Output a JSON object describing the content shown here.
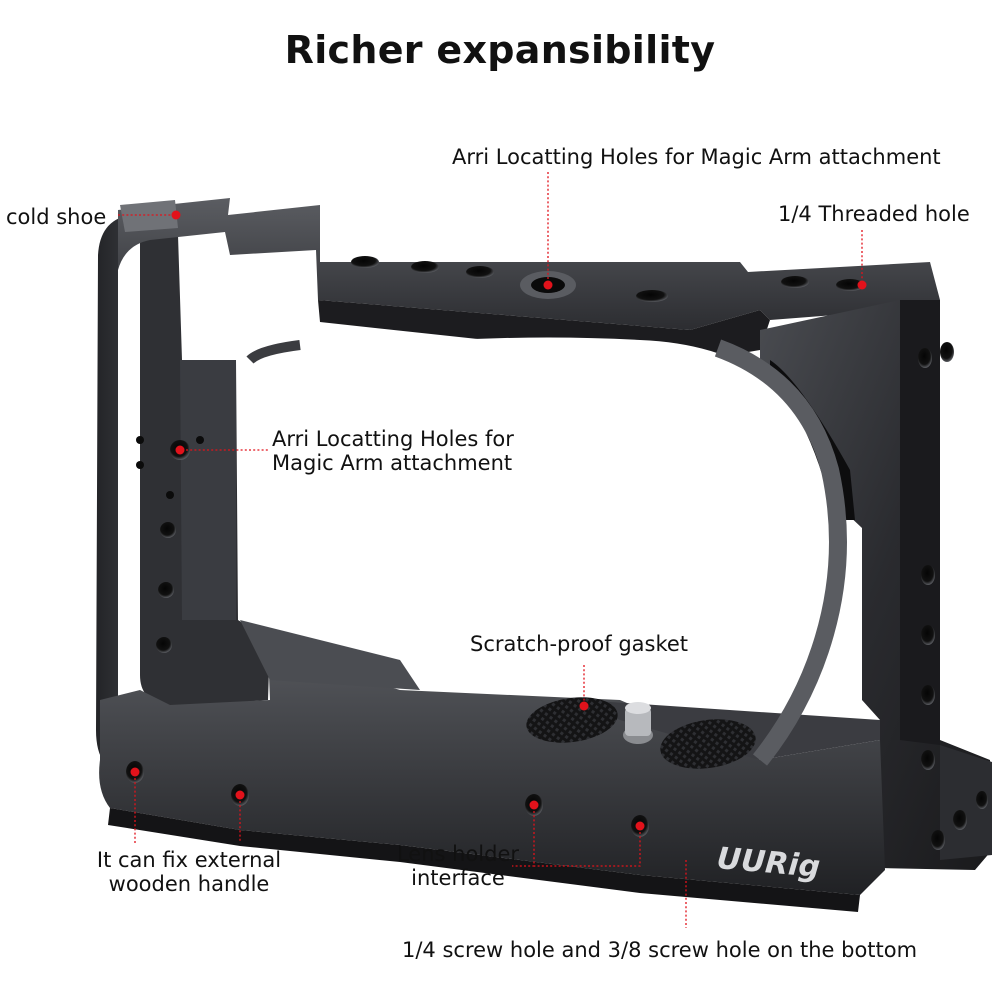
{
  "title": "Richer expansibility",
  "logo_text": "UURig",
  "labels": {
    "cold_shoe": "cold shoe",
    "arri_top": "Arri Locatting Holes for Magic Arm attachment",
    "threaded_hole": "1/4 Threaded hole",
    "arri_side_line1": "Arri Locatting Holes for",
    "arri_side_line2": "Magic Arm attachment",
    "gasket": "Scratch-proof gasket",
    "handle_line1": "It can fix external",
    "handle_line2": "wooden handle",
    "lens_line1": "Lens holder",
    "lens_line2": "interface",
    "bottom_holes": "1/4 screw hole and 3/8 screw hole on the bottom"
  },
  "colors": {
    "accent": "#e2121b",
    "metal_dark": "#1c1c1e",
    "metal_mid": "#3a3b3f",
    "metal_light": "#6b6d72"
  }
}
